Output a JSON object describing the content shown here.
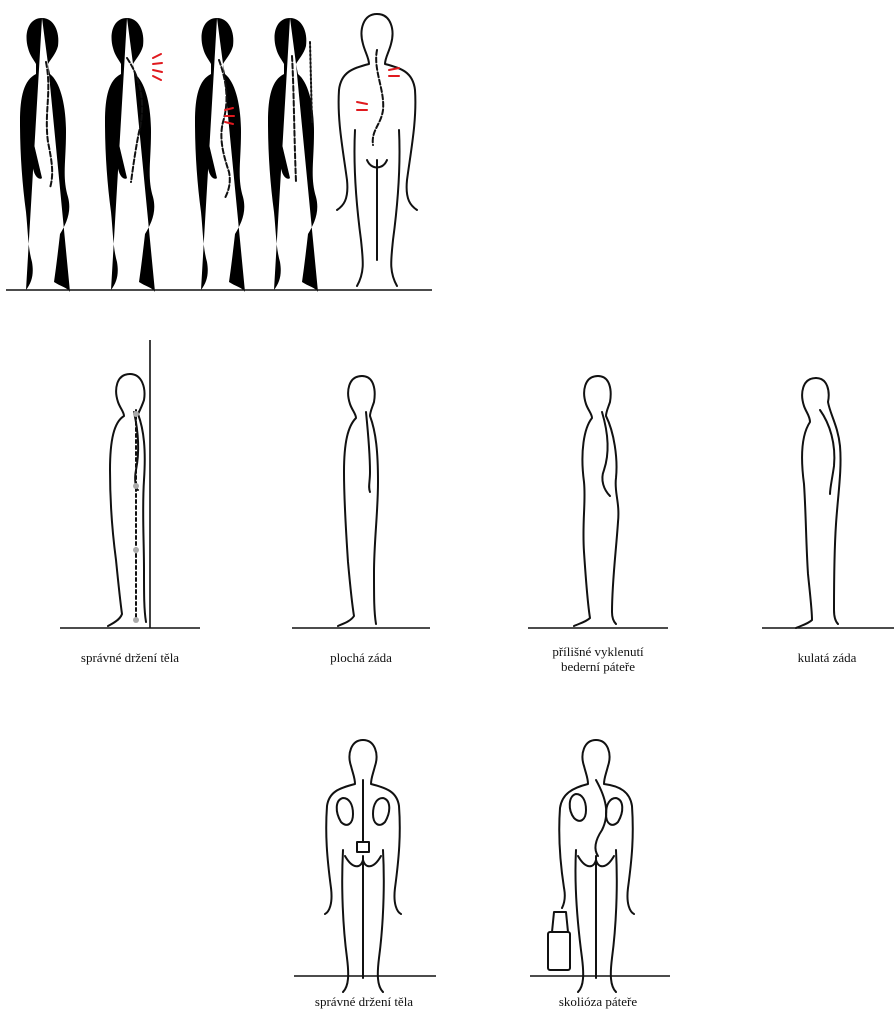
{
  "top_panel": {
    "faded_caption": "",
    "red_mark_color": "#e0191e"
  },
  "captions": {
    "correct_posture_side": "správné držení těla",
    "flat_back": "plochá záda",
    "lordosis_line1": "přílišné vyklenutí",
    "lordosis_line2": "bederní páteře",
    "round_back": "kulatá záda",
    "correct_posture_back": "správné držení těla",
    "scoliosis": "skolióza páteře"
  }
}
